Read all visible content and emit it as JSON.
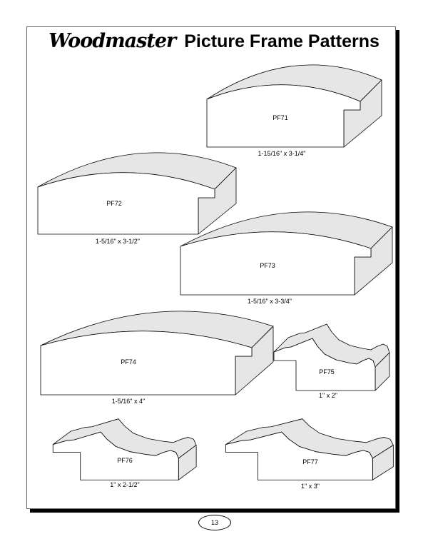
{
  "header": {
    "brand": "Woodmaster",
    "title": "Picture Frame Patterns"
  },
  "patterns": [
    {
      "code": "PF71",
      "size": "1-15/16\" x 3-1/4\""
    },
    {
      "code": "PF72",
      "size": "1-5/16\" x 3-1/2\""
    },
    {
      "code": "PF73",
      "size": "1-5/16\" x 3-3/4\""
    },
    {
      "code": "PF74",
      "size": "1-5/16\" x 4\""
    },
    {
      "code": "PF75",
      "size": "1\" x 2\""
    },
    {
      "code": "PF76",
      "size": "1\" x 2-1/2\""
    },
    {
      "code": "PF77",
      "size": "1\" x 3\""
    }
  ],
  "page_number": "13",
  "colors": {
    "surface": "#e6e6e6",
    "line": "#000000"
  }
}
